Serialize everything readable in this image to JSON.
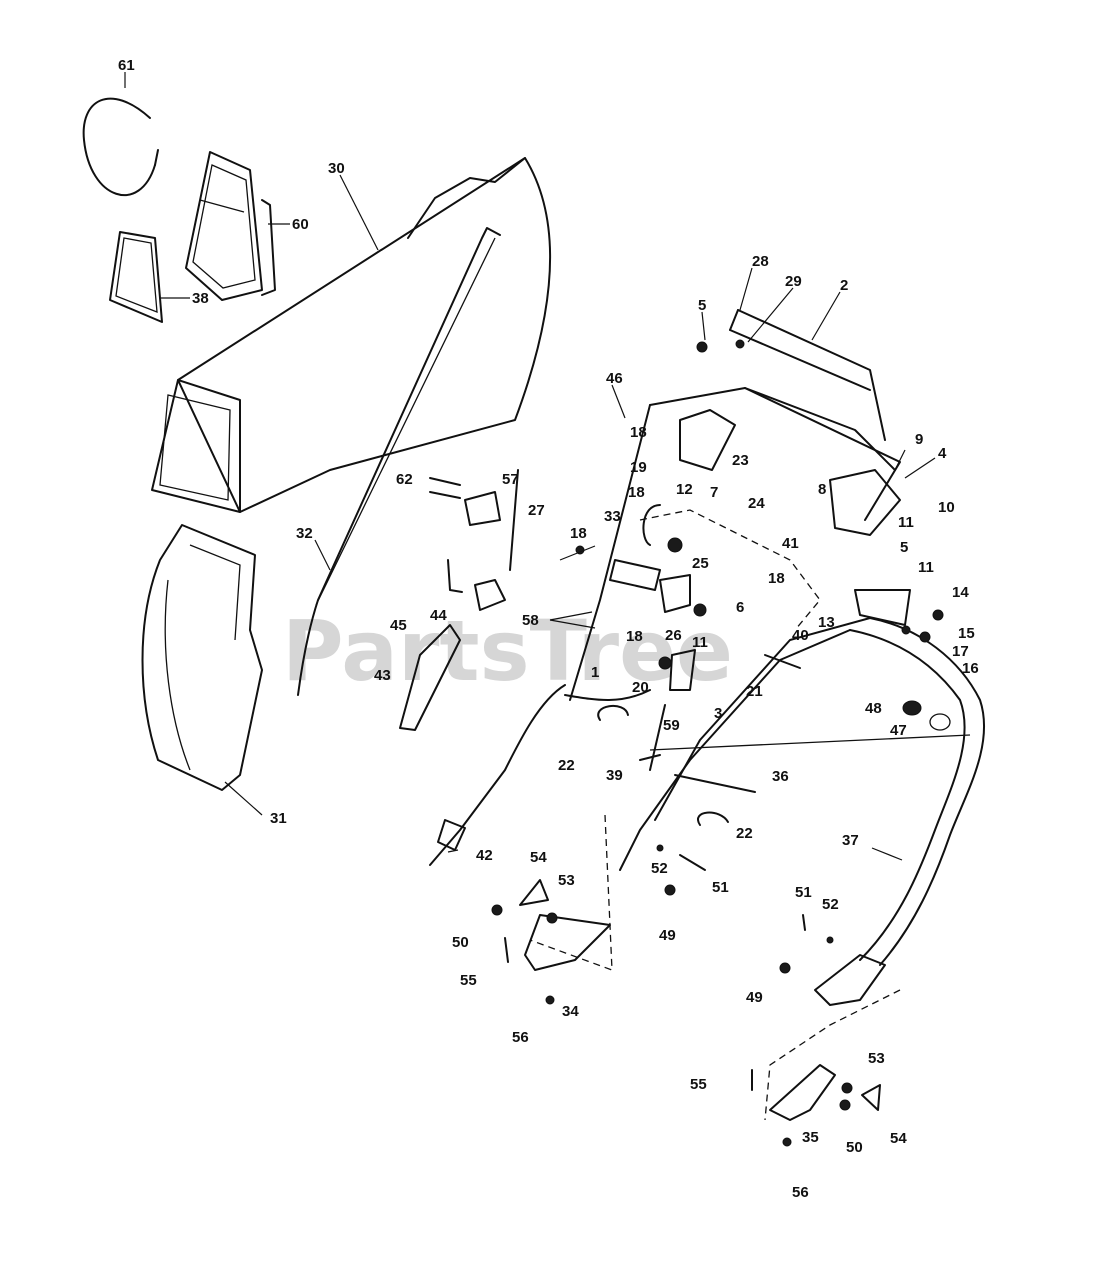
{
  "watermark": "PartsTree",
  "diagram": {
    "callouts": [
      {
        "text": "61"
      },
      {
        "text": "30"
      },
      {
        "text": "60"
      },
      {
        "text": "38"
      },
      {
        "text": "28"
      },
      {
        "text": "29"
      },
      {
        "text": "2"
      },
      {
        "text": "5"
      },
      {
        "text": "46"
      },
      {
        "text": "18"
      },
      {
        "text": "23"
      },
      {
        "text": "19"
      },
      {
        "text": "7"
      },
      {
        "text": "24"
      },
      {
        "text": "9"
      },
      {
        "text": "4"
      },
      {
        "text": "8"
      },
      {
        "text": "10"
      },
      {
        "text": "62"
      },
      {
        "text": "57"
      },
      {
        "text": "12"
      },
      {
        "text": "18"
      },
      {
        "text": "33"
      },
      {
        "text": "27"
      },
      {
        "text": "18"
      },
      {
        "text": "11"
      },
      {
        "text": "5"
      },
      {
        "text": "41"
      },
      {
        "text": "11"
      },
      {
        "text": "32"
      },
      {
        "text": "25"
      },
      {
        "text": "18"
      },
      {
        "text": "14"
      },
      {
        "text": "6"
      },
      {
        "text": "13"
      },
      {
        "text": "15"
      },
      {
        "text": "45"
      },
      {
        "text": "44"
      },
      {
        "text": "58"
      },
      {
        "text": "18"
      },
      {
        "text": "26"
      },
      {
        "text": "11"
      },
      {
        "text": "40"
      },
      {
        "text": "17"
      },
      {
        "text": "16"
      },
      {
        "text": "43"
      },
      {
        "text": "1"
      },
      {
        "text": "20"
      },
      {
        "text": "21"
      },
      {
        "text": "3"
      },
      {
        "text": "48"
      },
      {
        "text": "59"
      },
      {
        "text": "47"
      },
      {
        "text": "22"
      },
      {
        "text": "39"
      },
      {
        "text": "36"
      },
      {
        "text": "22"
      },
      {
        "text": "31"
      },
      {
        "text": "37"
      },
      {
        "text": "42"
      },
      {
        "text": "52"
      },
      {
        "text": "54"
      },
      {
        "text": "53"
      },
      {
        "text": "51"
      },
      {
        "text": "50"
      },
      {
        "text": "49"
      },
      {
        "text": "51"
      },
      {
        "text": "52"
      },
      {
        "text": "55"
      },
      {
        "text": "34"
      },
      {
        "text": "49"
      },
      {
        "text": "56"
      },
      {
        "text": "53"
      },
      {
        "text": "55"
      },
      {
        "text": "54"
      },
      {
        "text": "35"
      },
      {
        "text": "50"
      },
      {
        "text": "56"
      }
    ]
  }
}
